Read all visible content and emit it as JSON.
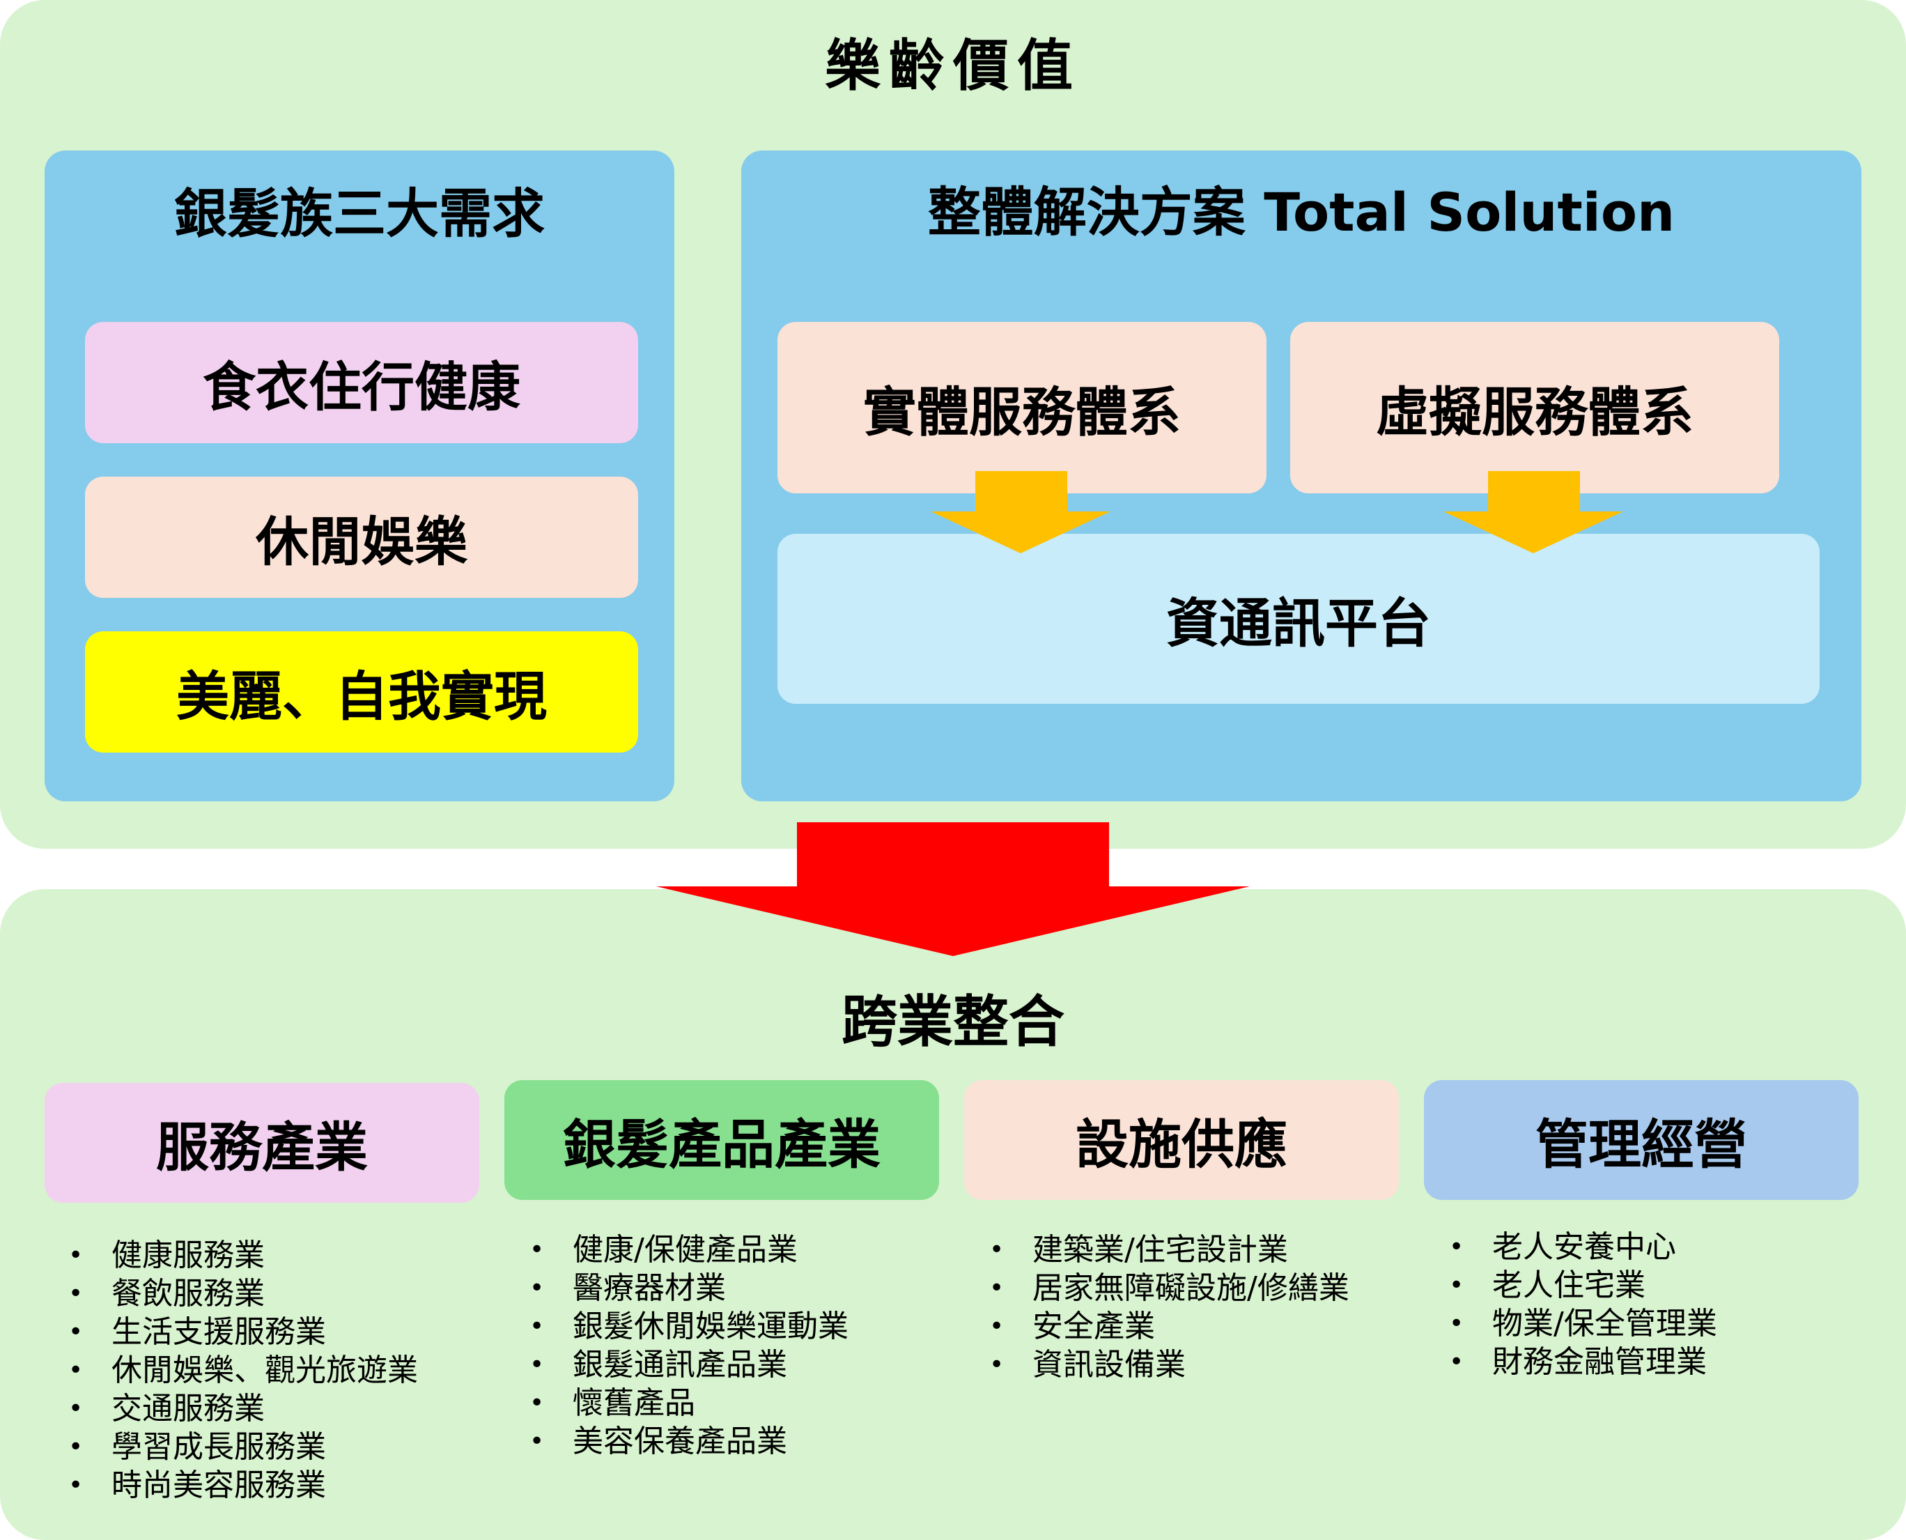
{
  "top_panel": {
    "title": "樂齡價值",
    "needs": {
      "title": "銀髮族三大需求",
      "items": [
        "食衣住行健康",
        "休閒娛樂",
        "美麗、自我實現"
      ]
    },
    "solution": {
      "title": "整體解決方案 Total Solution",
      "physical": "實體服務體系",
      "virtual": "虛擬服務體系",
      "platform": "資通訊平台"
    }
  },
  "bottom_panel": {
    "title": "跨業整合",
    "categories": [
      {
        "label": "服務產業",
        "items": [
          "健康服務業",
          "餐飲服務業",
          "生活支援服務業",
          "休閒娛樂、觀光旅遊業",
          "交通服務業",
          "學習成長服務業",
          "時尚美容服務業"
        ]
      },
      {
        "label": "銀髮產品產業",
        "items": [
          "健康/保健產品業",
          "醫療器材業",
          "銀髮休閒娛樂運動業",
          "銀髮通訊產品業",
          "懷舊產品",
          "美容保養產品業"
        ]
      },
      {
        "label": "設施供應",
        "items": [
          "建築業/住宅設計業",
          "居家無障礙設施/修繕業",
          "安全產業",
          "資訊設備業"
        ]
      },
      {
        "label": "管理經營",
        "items": [
          "老人安養中心",
          "老人住宅業",
          "物業/保全管理業",
          "財務金融管理業"
        ]
      }
    ]
  },
  "colors": {
    "panel_bg": "#d8f3cf",
    "blue_box": "#85cbeb",
    "pink": "#f1d1ef",
    "peach": "#fbe2d7",
    "yellow": "#ffff00",
    "light_blue": "#c8ecfa",
    "green": "#86e08f",
    "mgmt_blue": "#a7c9ee",
    "arrow_orange": "#ffc000",
    "arrow_red": "#ff0000"
  }
}
